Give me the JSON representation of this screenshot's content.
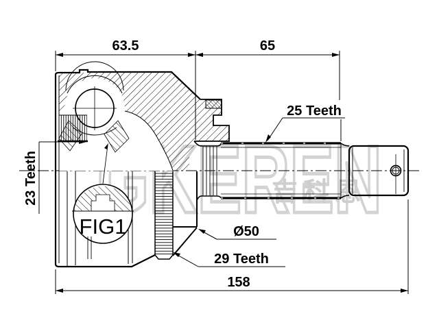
{
  "page": {
    "background": "#ffffff"
  },
  "drawing": {
    "line_color": "#000000",
    "detail_label": "FIG1",
    "watermark": {
      "latin": "GKEREN",
      "cjk": "吉科恩",
      "color": "#cccccc"
    },
    "dimensions": {
      "housing_length": "63.5",
      "shaft_length": "65",
      "overall_length": "158",
      "boot_seat_diameter": "Ø50"
    },
    "teeth_labels": {
      "shaft_spline": "25 Teeth",
      "hub_spline": "23 Teeth",
      "abs_ring": "29 Teeth"
    }
  }
}
